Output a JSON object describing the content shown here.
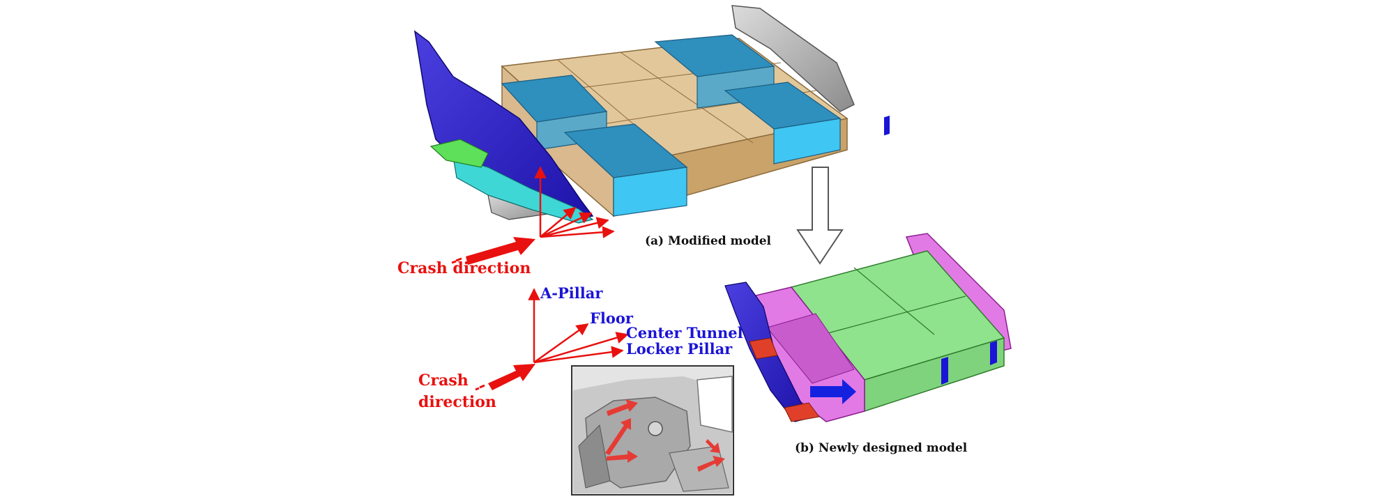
{
  "caption_a": "(a) Modified model",
  "caption_b": "(b) Newly designed model",
  "crash_direction_top": "Crash direction",
  "crash_direction_bottom_line1": "Crash",
  "crash_direction_bottom_line2": "direction",
  "load_paths": {
    "a_pillar": "A-Pillar",
    "floor": "Floor",
    "center_tunnel": "Center Tunnel",
    "locker_pillar": "Locker Pillar"
  },
  "colors": {
    "label_red": "#e8110f",
    "label_blue": "#1b14d6",
    "battery_cyan": "#2aa8e4",
    "floor_tan": "#d8b47a",
    "pillar_navy": "#2a1fc9",
    "new_battery_green": "#8fe38c",
    "structure_magenta": "#e27ae6",
    "load_arrow_blue": "#1422e0"
  }
}
